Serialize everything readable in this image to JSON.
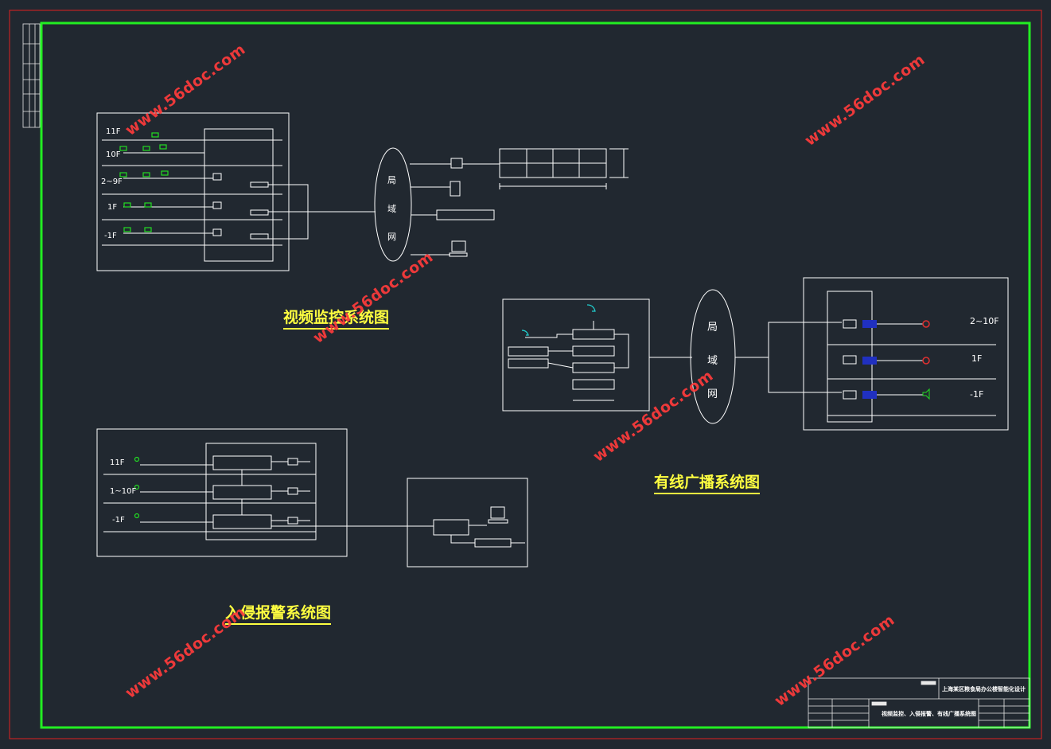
{
  "titles": {
    "video": "视频监控系统图",
    "broadcast": "有线广播系统图",
    "intrusion": "入侵报警系统图"
  },
  "watermark": "www.56doc.com",
  "lan_chars": [
    "局",
    "域",
    "网"
  ],
  "video_floors": [
    "11F",
    "10F",
    "2~9F",
    "1F",
    "-1F"
  ],
  "broadcast_floors": [
    "2~10F",
    "1F",
    "-1F"
  ],
  "intrusion_floors": [
    "11F",
    "1~10F",
    "-1F"
  ],
  "title_block": {
    "project": "上海某区粮食局办公楼智能化设计",
    "drawing": "视频监控、入侵报警、有线广播系统图"
  },
  "colors": {
    "background": "#212830",
    "frame_outer": "#e02020",
    "frame_inner": "#22ee22",
    "lines": "#ffffff",
    "camera": "#22dd22",
    "title": "#ffff40",
    "watermark": "#ff3b3b"
  }
}
